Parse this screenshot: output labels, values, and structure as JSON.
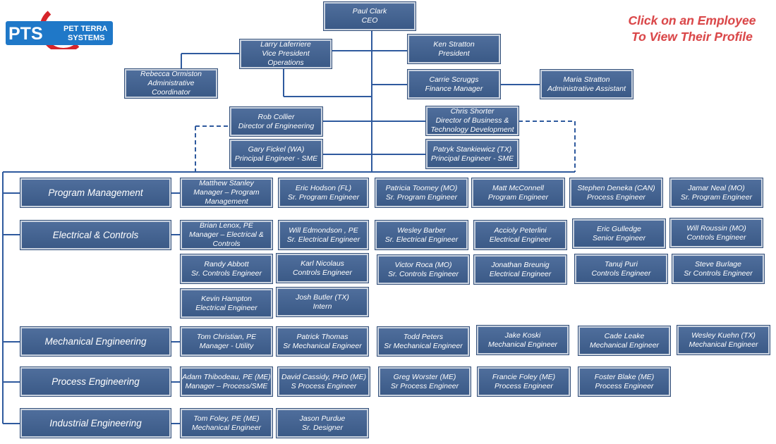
{
  "logo": {
    "short": "PTS",
    "line1": "PET TERRA",
    "line2": "SYSTEMS"
  },
  "prompt": {
    "line1": "Click on an Employee",
    "line2": "To View Their Profile"
  },
  "colors": {
    "box": "#3f5f8c",
    "box_border": "#c9d2df",
    "line": "#2f5a9e",
    "prompt": "#d9484a",
    "logo_blue": "#1f78c8",
    "logo_red": "#d6242a"
  },
  "exec": {
    "ceo": {
      "name": "Paul Clark",
      "title": "CEO"
    },
    "vp": {
      "name": "Larry Laferriere",
      "title": "Vice President Operations"
    },
    "president": {
      "name": "Ken Stratton",
      "title": "President"
    },
    "admin_coord": {
      "name": "Rebecca Ormiston",
      "title": "Administrative Coordinator"
    },
    "finance": {
      "name": "Carrie Scruggs",
      "title": "Finance Manager"
    },
    "admin_asst": {
      "name": "Maria Stratton",
      "title": "Administrative Assistant"
    },
    "dir_eng": {
      "name": "Rob Collier",
      "title": "Director  of Engineering"
    },
    "dir_bus": {
      "name": "Chris Shorter",
      "title": "Director of Business & Technology Development"
    },
    "sme_wa": {
      "name": "Gary Fickel (WA)",
      "title": "Principal Engineer - SME"
    },
    "sme_tx": {
      "name": "Patryk Stankiewicz (TX)",
      "title": "Principal Engineer - SME"
    }
  },
  "departments": {
    "program": {
      "label": "Program Management",
      "employees": [
        {
          "name": "Matthew Stanley",
          "title": "Manager – Program Management"
        },
        {
          "name": "Eric Hodson (FL)",
          "title": "Sr. Program Engineer"
        },
        {
          "name": "Patricia Toomey (MO)",
          "title": "Sr. Program Engineer"
        },
        {
          "name": "Matt McConnell",
          "title": "Program Engineer"
        },
        {
          "name": "Stephen Deneka (CAN)",
          "title": "Process Engineer"
        },
        {
          "name": "Jamar Neal (MO)",
          "title": "Sr. Program Engineer"
        }
      ]
    },
    "electrical": {
      "label": "Electrical & Controls",
      "employees": [
        {
          "name": "Brian Lenox, PE",
          "title": "Manager – Electrical & Controls"
        },
        {
          "name": "Will Edmondson , PE",
          "title": "Sr. Electrical Engineer"
        },
        {
          "name": "Wesley Barber",
          "title": "Sr. Electrical Engineer"
        },
        {
          "name": "Accioly Peterlini",
          "title": "Electrical Engineer"
        },
        {
          "name": "Eric Gulledge",
          "title": "Senior Engineer"
        },
        {
          "name": "Will Roussin (MO)",
          "title": "Controls Engineer"
        },
        {
          "name": "Randy Abbott",
          "title": "Sr. Controls Engineer"
        },
        {
          "name": "Karl Nicolaus",
          "title": "Controls Engineer"
        },
        {
          "name": "Victor Roca (MO)",
          "title": "Sr. Controls Engineer"
        },
        {
          "name": "Jonathan Breunig",
          "title": "Electrical Engineer"
        },
        {
          "name": "Tanuj Puri",
          "title": "Controls Engineer"
        },
        {
          "name": "Steve Burlage",
          "title": "Sr Controls Engineer"
        },
        {
          "name": "Kevin Hampton",
          "title": "Electrical Engineer"
        },
        {
          "name": "Josh Butler (TX)",
          "title": "Intern"
        }
      ]
    },
    "mechanical": {
      "label": "Mechanical Engineering",
      "employees": [
        {
          "name": "Tom Christian, PE",
          "title": "Manager - Utility"
        },
        {
          "name": "Patrick Thomas",
          "title": "Sr Mechanical Engineer"
        },
        {
          "name": "Todd Peters",
          "title": "Sr Mechanical Engineer"
        },
        {
          "name": "Jake Koski",
          "title": "Mechanical Engineer"
        },
        {
          "name": "Cade Leake",
          "title": "Mechanical Engineer"
        },
        {
          "name": "Wesley Kuehn (TX)",
          "title": "Mechanical Engineer"
        }
      ]
    },
    "process": {
      "label": "Process Engineering",
      "employees": [
        {
          "name": "Adam Thibodeau, PE (ME)",
          "title": "Manager – Process/SME"
        },
        {
          "name": "David Cassidy, PHD (ME)",
          "title": "S Process Engineer"
        },
        {
          "name": "Greg Worster (ME)",
          "title": "Sr Process Engineer"
        },
        {
          "name": "Francie Foley (ME)",
          "title": "Process Engineer"
        },
        {
          "name": "Foster Blake (ME)",
          "title": "Process Engineer"
        }
      ]
    },
    "industrial": {
      "label": "Industrial Engineering",
      "employees": [
        {
          "name": "Tom Foley, PE (ME)",
          "title": "Mechanical Engineer"
        },
        {
          "name": "Jason Purdue",
          "title": "Sr. Designer"
        }
      ]
    }
  }
}
